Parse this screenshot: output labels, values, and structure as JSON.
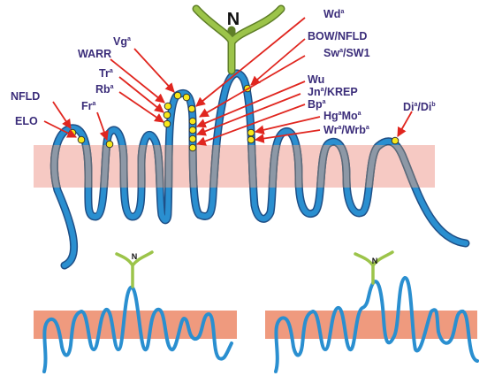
{
  "colors": {
    "membrane_main": "#f6c9c3",
    "membrane_small": "#ef9a7e",
    "strand": "#2a8fd0",
    "strand_dark": "#1f4f86",
    "strand_inside": "#8d98a6",
    "n_terminus": "#9cc44a",
    "n_terminus_dark": "#5f7f28",
    "site_fill": "#f7e81a",
    "arrow": "#e0261f",
    "label": "#3b2d7a"
  },
  "n_terminus_label": "N",
  "labels": {
    "nfld": "NFLD",
    "elo": "ELO",
    "warr": "WARR",
    "vg": "Vg",
    "vg_sup": "a",
    "tr": "Tr",
    "tr_sup": "a",
    "rb": "Rb",
    "rb_sup": "a",
    "fr": "Fr",
    "fr_sup": "a",
    "wd": "Wd",
    "wd_sup": "a",
    "bow_nfld": "BOW/NFLD",
    "sw": "Sw",
    "sw_sup": "a",
    "sw_rest": "/SW1",
    "wu": "Wu",
    "jn": "Jn",
    "jn_sup": "a",
    "jn_rest": "/KREP",
    "bp": "Bp",
    "bp_sup": "a",
    "hg": "Hg",
    "hg_sup": "a",
    "mo": "Mo",
    "mo_sup": "a",
    "wr": "Wr",
    "wr_sup": "a",
    "wrb": "/Wrb",
    "wrb_sup": "a",
    "di_a": "Di",
    "di_a_sup": "a",
    "di_b": "/Di",
    "di_b_sup": "b"
  },
  "small_left_n": "N",
  "small_right_n": "N"
}
